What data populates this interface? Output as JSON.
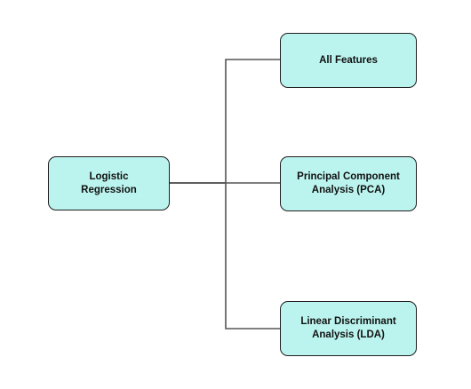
{
  "colors": {
    "node_fill": "#bbf4ee",
    "node_border": "#1f1f1f",
    "connector": "#555555"
  },
  "nodes": {
    "root": {
      "label": "Logistic\nRegression"
    },
    "all_features": {
      "label": "All Features"
    },
    "pca": {
      "label": "Principal Component\nAnalysis (PCA)"
    },
    "lda": {
      "label": "Linear Discriminant\nAnalysis (LDA)"
    }
  }
}
